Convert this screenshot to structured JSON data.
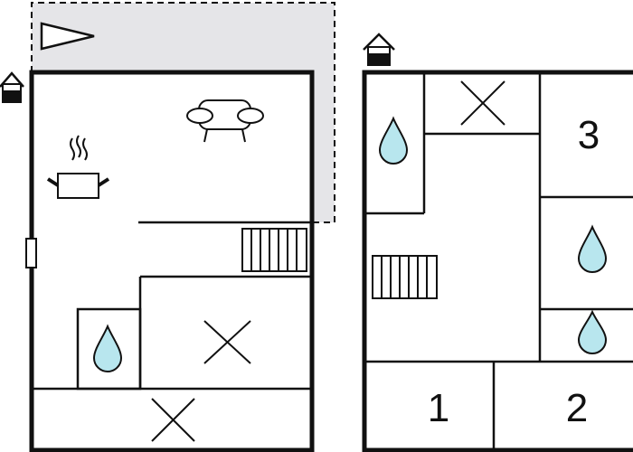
{
  "colors": {
    "wall": "#111111",
    "terrace": "#e5e5e8",
    "water": "#b8e6ee",
    "background": "#ffffff"
  },
  "legend_icons": {
    "entrance": "house-entrance-icon",
    "view": "triangle-direction-icon",
    "kitchen": "cooking-pot-icon",
    "living": "sofa-icon",
    "bathroom": "water-drop-icon",
    "storage": "cross-icon",
    "stairs": "stairs-icon",
    "door": "door-icon"
  },
  "floors": [
    {
      "id": "ground-floor",
      "rooms": []
    },
    {
      "id": "upper-floor",
      "rooms": [
        {
          "id": "bedroom-3",
          "number": "3"
        },
        {
          "id": "bedroom-1",
          "number": "1"
        },
        {
          "id": "bedroom-2",
          "number": "2"
        }
      ]
    }
  ]
}
